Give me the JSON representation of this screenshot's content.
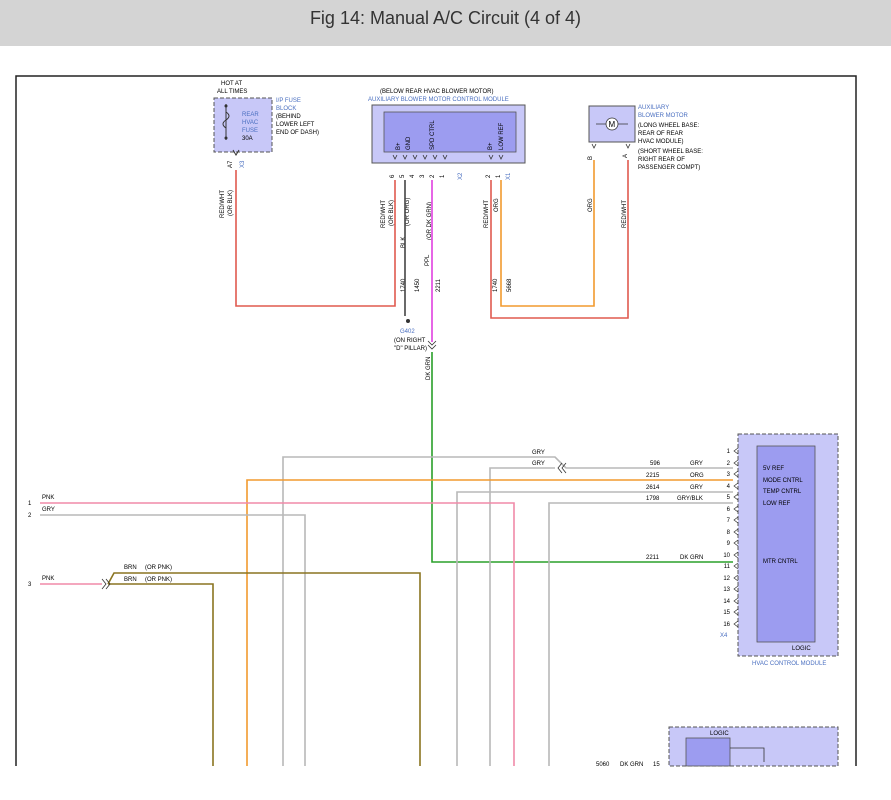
{
  "header": {
    "title": "Fig 14: Manual A/C Circuit (4 of 4)"
  },
  "colors": {
    "red": "#e05a4f",
    "orange": "#f29a2e",
    "magenta": "#e040e0",
    "green": "#2aa02a",
    "pink": "#f08aa8",
    "gray": "#b8b8b8",
    "brown": "#8a7420",
    "black": "#444444",
    "module_fill": "#c8c8f8",
    "module_inner": "#9c9cf0",
    "blue_text": "#4a6fc0"
  },
  "fuse": {
    "hot_label_1": "HOT AT",
    "hot_label_2": "ALL TIMES",
    "fuse_label_1": "REAR",
    "fuse_label_2": "HVAC",
    "fuse_label_3": "FUSE",
    "fuse_label_4": "30A",
    "block_1": "I/P FUSE",
    "block_2": "BLOCK",
    "loc_1": "(BEHIND",
    "loc_2": "LOWER LEFT",
    "loc_3": "END OF DASH)",
    "pin": "A7",
    "connector": "X3",
    "wire_color": "RED/WHT",
    "wire_alt": "(OR BLK)"
  },
  "aux_module": {
    "loc": "(BELOW REAR HVAC BLOWER MOTOR)",
    "name": "AUXILIARY BLOWER MOTOR CONTROL MODULE",
    "terminals": [
      "B+",
      "GND",
      "SPD CTRL",
      "B+",
      "LOW REF"
    ],
    "pins_left": [
      "6",
      "5",
      "4",
      "3",
      "2",
      "1"
    ],
    "conn_left": "X2",
    "pins_right": [
      "2",
      "1"
    ],
    "conn_right": "X1",
    "wires": {
      "w6": "RED/WHT",
      "w6b": "(OR BLK)",
      "w5": "(OR ORG)",
      "w5b": "BLK",
      "w3": "(OR DK GRN)",
      "w3b": "PPL",
      "w2": "RED/WHT",
      "w1": "ORG"
    },
    "circuits": {
      "c6": "1740",
      "c5": "1450",
      "c3": "2211",
      "c2": "1740",
      "c1": "5668"
    }
  },
  "ground": {
    "name": "G402",
    "loc_1": "(ON RIGHT",
    "loc_2": "\"D\" PILLAR)",
    "wire": "DK GRN"
  },
  "blower_motor": {
    "symbol": "M",
    "name_1": "AUXILIARY",
    "name_2": "BLOWER MOTOR",
    "loc_1": "(LONG WHEEL BASE:",
    "loc_2": "REAR OF REAR",
    "loc_3": "HVAC MODULE)",
    "loc_4": "(SHORT WHEEL BASE:",
    "loc_5": "RIGHT REAR OF",
    "loc_6": "PASSENGER COMPT)",
    "pin_b": "B",
    "pin_a": "A",
    "wire_b": "ORG",
    "wire_a": "RED/WHT"
  },
  "hvac_module": {
    "name": "HVAC CONTROL MODULE",
    "logic": "LOGIC",
    "connector": "X4",
    "pins": [
      "1",
      "2",
      "3",
      "4",
      "5",
      "6",
      "7",
      "8",
      "9",
      "10",
      "11",
      "12",
      "13",
      "14",
      "15",
      "16"
    ],
    "functions": {
      "p2": "5V REF",
      "p3": "MODE CNTRL",
      "p4": "TEMP CNTRL",
      "p5": "LOW REF",
      "p10": "MTR CNTRL"
    }
  },
  "hvac_wires": [
    {
      "circuit": "596",
      "color": "GRY"
    },
    {
      "circuit": "2215",
      "color": "ORG"
    },
    {
      "circuit": "2614",
      "color": "GRY"
    },
    {
      "circuit": "1798",
      "color": "GRY/BLK"
    },
    {
      "circuit": "2211",
      "color": "DK GRN"
    }
  ],
  "splice": {
    "label_1": "GRY",
    "label_2": "GRY"
  },
  "left_inputs": {
    "pin1": "1",
    "pin1_wire": "PNK",
    "pin2": "2",
    "pin2_wire": "GRY",
    "pin3": "3",
    "pin3_wire": "PNK",
    "brn_1": "BRN",
    "brn_1b": "(OR PNK)",
    "brn_2": "BRN",
    "brn_2b": "(OR PNK)"
  },
  "lower_module": {
    "logic": "LOGIC",
    "circuit": "5060",
    "wire": "DK GRN",
    "pin": "15"
  }
}
